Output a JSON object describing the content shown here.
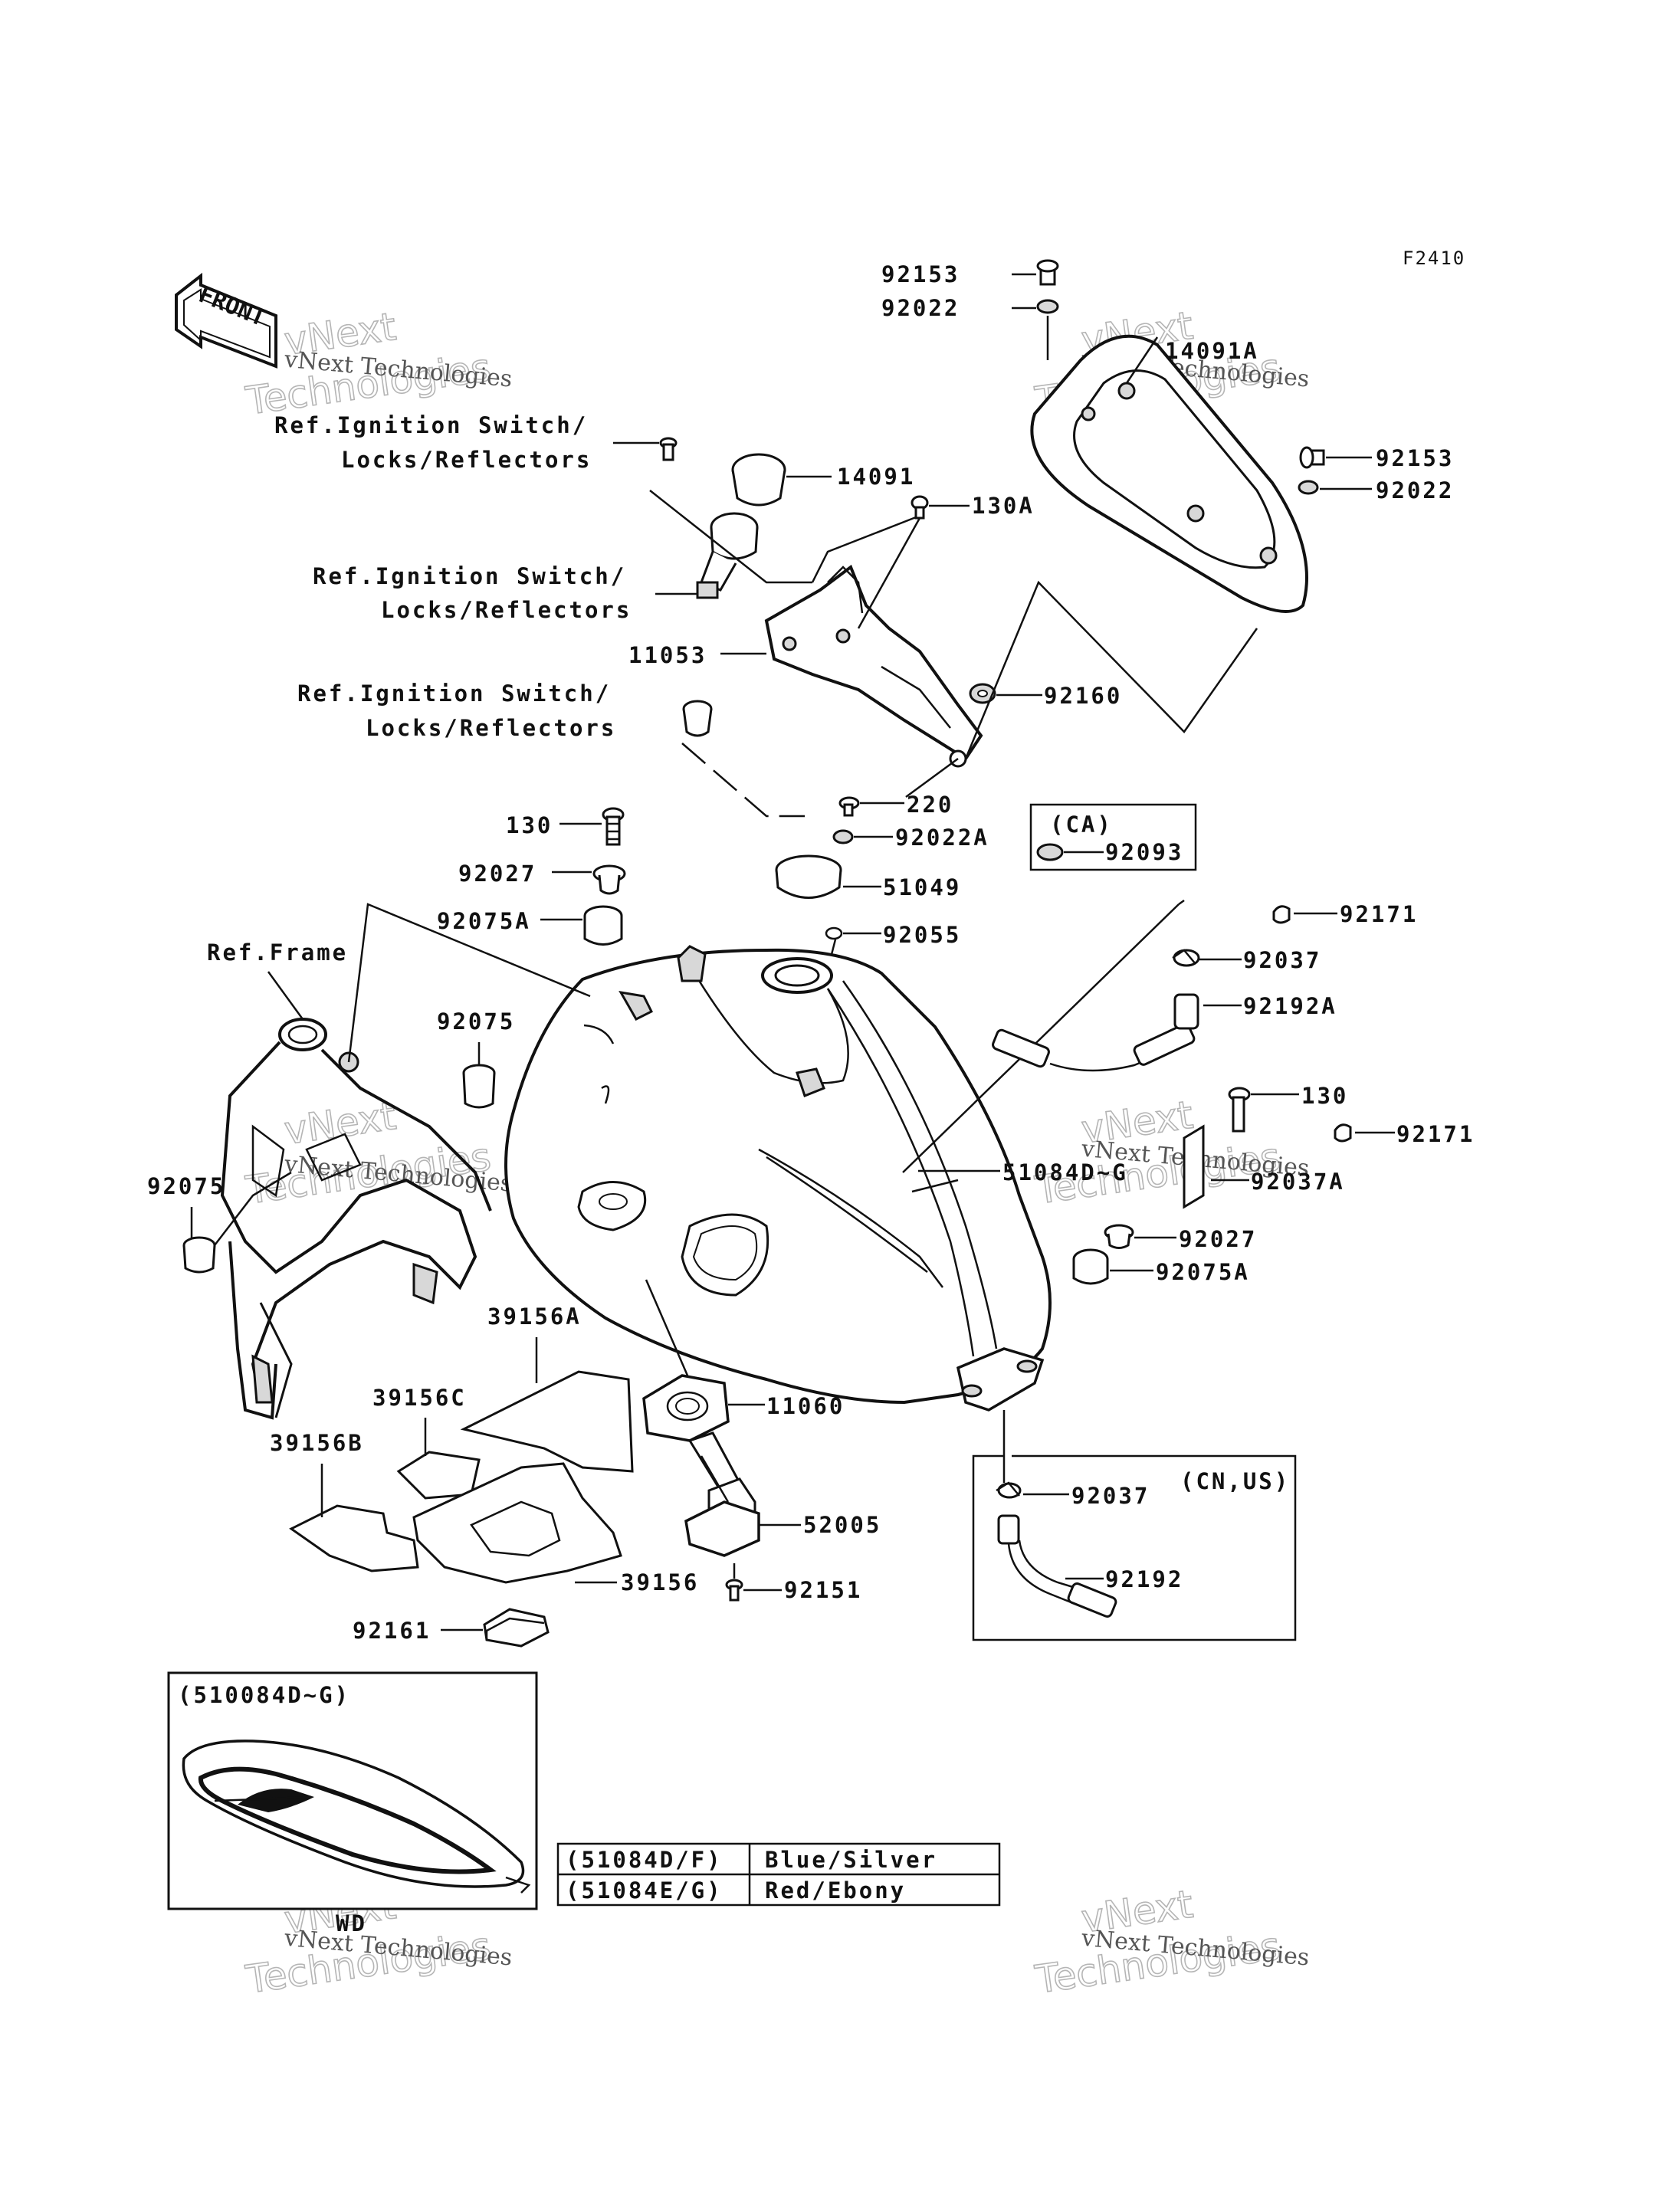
{
  "diagram_code": "F2410",
  "front_arrow_label": "FRONT",
  "watermark": {
    "line1": "vNext",
    "line2": "Technologies",
    "small": "vNext Technologies"
  },
  "labels": {
    "p92153_top": "92153",
    "p92022_top": "92022",
    "p14091A": "14091A",
    "p92153_right": "92153",
    "p92022_right": "92022",
    "p14091": "14091",
    "p130A": "130A",
    "ref1_line1": "Ref.Ignition Switch/",
    "ref1_line2": "Locks/Reflectors",
    "ref2_line1": "Ref.Ignition Switch/",
    "ref2_line2": "Locks/Reflectors",
    "ref3_line1": "Ref.Ignition Switch/",
    "ref3_line2": "Locks/Reflectors",
    "p11053": "11053",
    "p92160": "92160",
    "p220": "220",
    "p92022A": "92022A",
    "ca_label": "(CA)",
    "p92093": "92093",
    "p130_left": "130",
    "p92027_left": "92027",
    "p51049": "51049",
    "p92075A_left": "92075A",
    "p92055": "92055",
    "p92171_top": "92171",
    "p92037_top": "92037",
    "p92192A": "92192A",
    "ref_frame": "Ref.Frame",
    "p92075_upper": "92075",
    "p51084": "51084D~G",
    "p130_right": "130",
    "p92171_right": "92171",
    "p92037A": "92037A",
    "p92075_left": "92075",
    "p92027_right": "92027",
    "p92075A_right": "92075A",
    "p39156A": "39156A",
    "p39156C": "39156C",
    "p11060": "11060",
    "p39156B": "39156B",
    "p52005": "52005",
    "p39156": "39156",
    "p92151": "92151",
    "p92161": "92161",
    "p92037_bottom": "92037",
    "cnus_label": "(CN,US)",
    "p92192": "92192",
    "inset_title": "(510084D~G)",
    "inset_caption": "WD"
  },
  "color_table": [
    {
      "code": "(51084D/F)",
      "color": "Blue/Silver"
    },
    {
      "code": "(51084E/G)",
      "color": "Red/Ebony"
    }
  ]
}
